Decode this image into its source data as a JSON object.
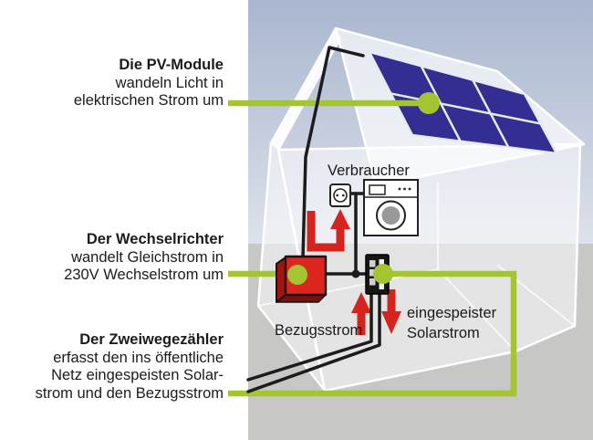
{
  "colors": {
    "accent_green": "#a5c530",
    "signal_red": "#d7231d",
    "panel_blue": "#322e92",
    "inverter_red": "#dc251f",
    "sky_top": "#a9b6cf",
    "sky_bottom": "#dde1ea",
    "ground_gray": "#c7c7c6",
    "cable_black": "#1c1c1c"
  },
  "labels": {
    "pv": {
      "title": "Die PV-Module",
      "line2": "wandeln Licht in",
      "line3": "elektrischen Strom um"
    },
    "inverter": {
      "title": "Der Wechselrichter",
      "line2": "wandelt Gleichstrom in",
      "line3": "230V Wechselstrom um"
    },
    "meter": {
      "title": "Der Zweiwegezähler",
      "line2": "erfasst den ins öffentliche",
      "line3": "Netz eingespeisten Solar-",
      "line4": "strom und den Bezugsstrom"
    }
  },
  "diagram": {
    "consumers": "Verbraucher",
    "bezugsstrom": "Bezugsstrom",
    "feed_line1": "eingespeister",
    "feed_line2": "Solarstrom"
  },
  "icons": {
    "pv_array": "pv-array-icon",
    "inverter_box": "inverter-box-icon",
    "two_way_meter": "two-way-meter-icon",
    "power_socket": "power-socket-icon",
    "washing_machine": "washing-machine-icon"
  }
}
